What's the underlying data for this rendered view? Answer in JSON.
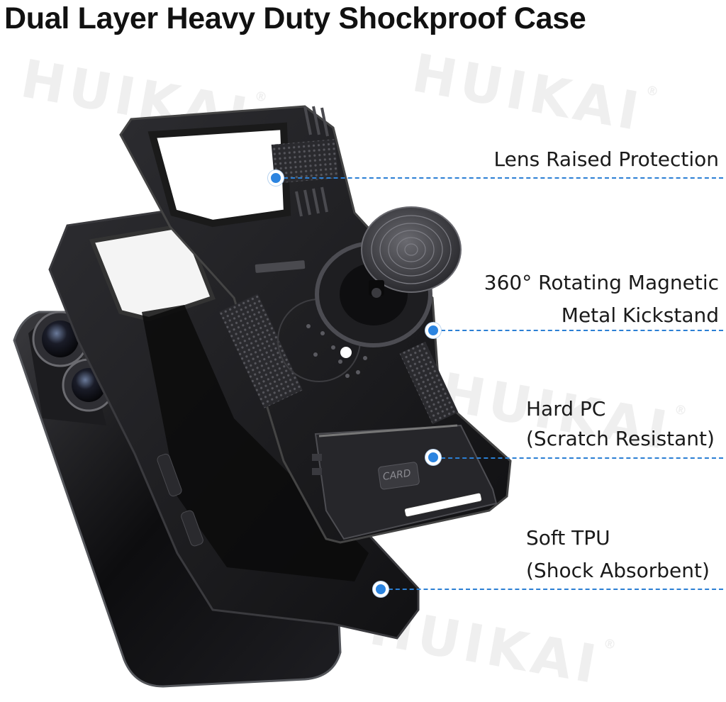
{
  "title": "Dual Layer Heavy Duty Shockproof Case",
  "watermark": {
    "brand": "HUIKAI",
    "mark": "®"
  },
  "colors": {
    "accent": "#2b84e0",
    "case": "#1b1b1d",
    "text": "#111111"
  },
  "callouts": [
    {
      "lines": [
        "Lens Raised Protection"
      ]
    },
    {
      "lines": [
        "360° Rotating Magnetic",
        "Metal Kickstand"
      ]
    },
    {
      "lines": [
        "Hard PC",
        "(Scratch Resistant)"
      ]
    },
    {
      "lines": [
        "Soft TPU",
        "(Shock Absorbent)"
      ]
    }
  ],
  "product_labels": {
    "card_slot": "CARD"
  }
}
